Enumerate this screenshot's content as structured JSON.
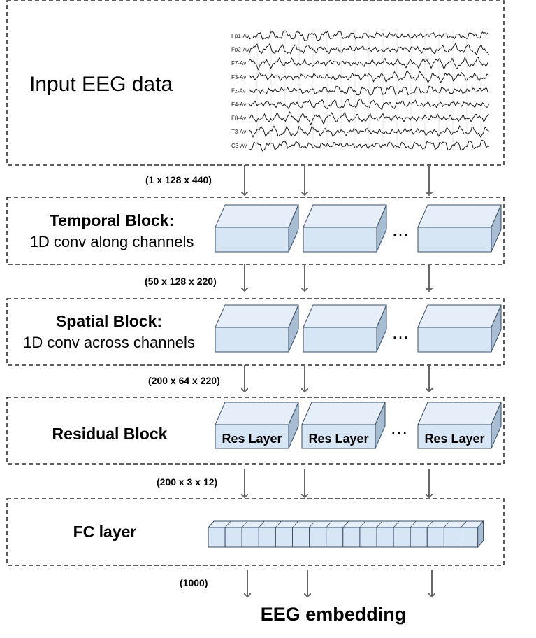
{
  "input": {
    "label": "Input EEG data",
    "channels": [
      "Fp1-Av",
      "Fp2-Av",
      "F7-Av",
      "F3-Av",
      "Fz-Av",
      "F4-Av",
      "F8-Av",
      "T3-Av",
      "C3-Av"
    ]
  },
  "dims": {
    "input_dim": "(1 x 128 x 440)",
    "temporal_dim": "(50 x 128 x 220)",
    "spatial_dim": "(200 x 64 x 220)",
    "residual_dim": "(200 x 3 x 12)",
    "fc_dim": "(1000)"
  },
  "temporal": {
    "title": "Temporal Block:",
    "subtitle": "1D conv along channels"
  },
  "spatial": {
    "title": "Spatial Block:",
    "subtitle": "1D conv across channels"
  },
  "residual": {
    "title": "Residual Block",
    "layer_label": "Res Layer"
  },
  "fc": {
    "title": "FC layer"
  },
  "output": {
    "label": "EEG embedding"
  },
  "ellipsis": "…",
  "colors": {
    "box_front": "#d6e6f5",
    "box_top": "#e6eff9",
    "box_side": "#a8bcd2",
    "box_edge": "#3a4f66",
    "arrow": "#666666",
    "eeg_trace": "#1a1a1a"
  }
}
